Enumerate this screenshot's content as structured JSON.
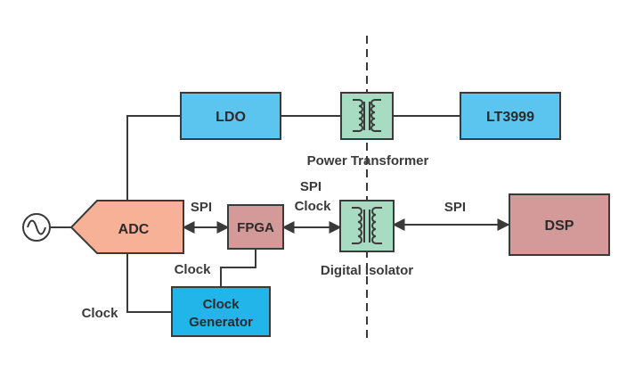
{
  "blocks": {
    "ldo": "LDO",
    "lt3999": "LT3999",
    "adc": "ADC",
    "fpga": "FPGA",
    "dsp": "DSP",
    "clock_generator_line1": "Clock",
    "clock_generator_line2": "Generator"
  },
  "labels": {
    "power_transformer": "Power Transformer",
    "digital_isolator": "Digital Isolator",
    "spi_adc_fpga": "SPI",
    "spi_clock_line1": "SPI",
    "spi_clock_line2": "Clock",
    "spi_isolator_dsp": "SPI",
    "clock_fpga": "Clock",
    "clock_adc": "Clock"
  },
  "colors": {
    "blue_block": "#5bc5ef",
    "green_block": "#a8dcc2",
    "adc_block": "#f6b196",
    "rose_block": "#d49a9a",
    "line": "#3a3a3a"
  },
  "icons": {
    "signal_source": "sine-wave-source-icon",
    "transformer": "transformer-coil-icon"
  }
}
